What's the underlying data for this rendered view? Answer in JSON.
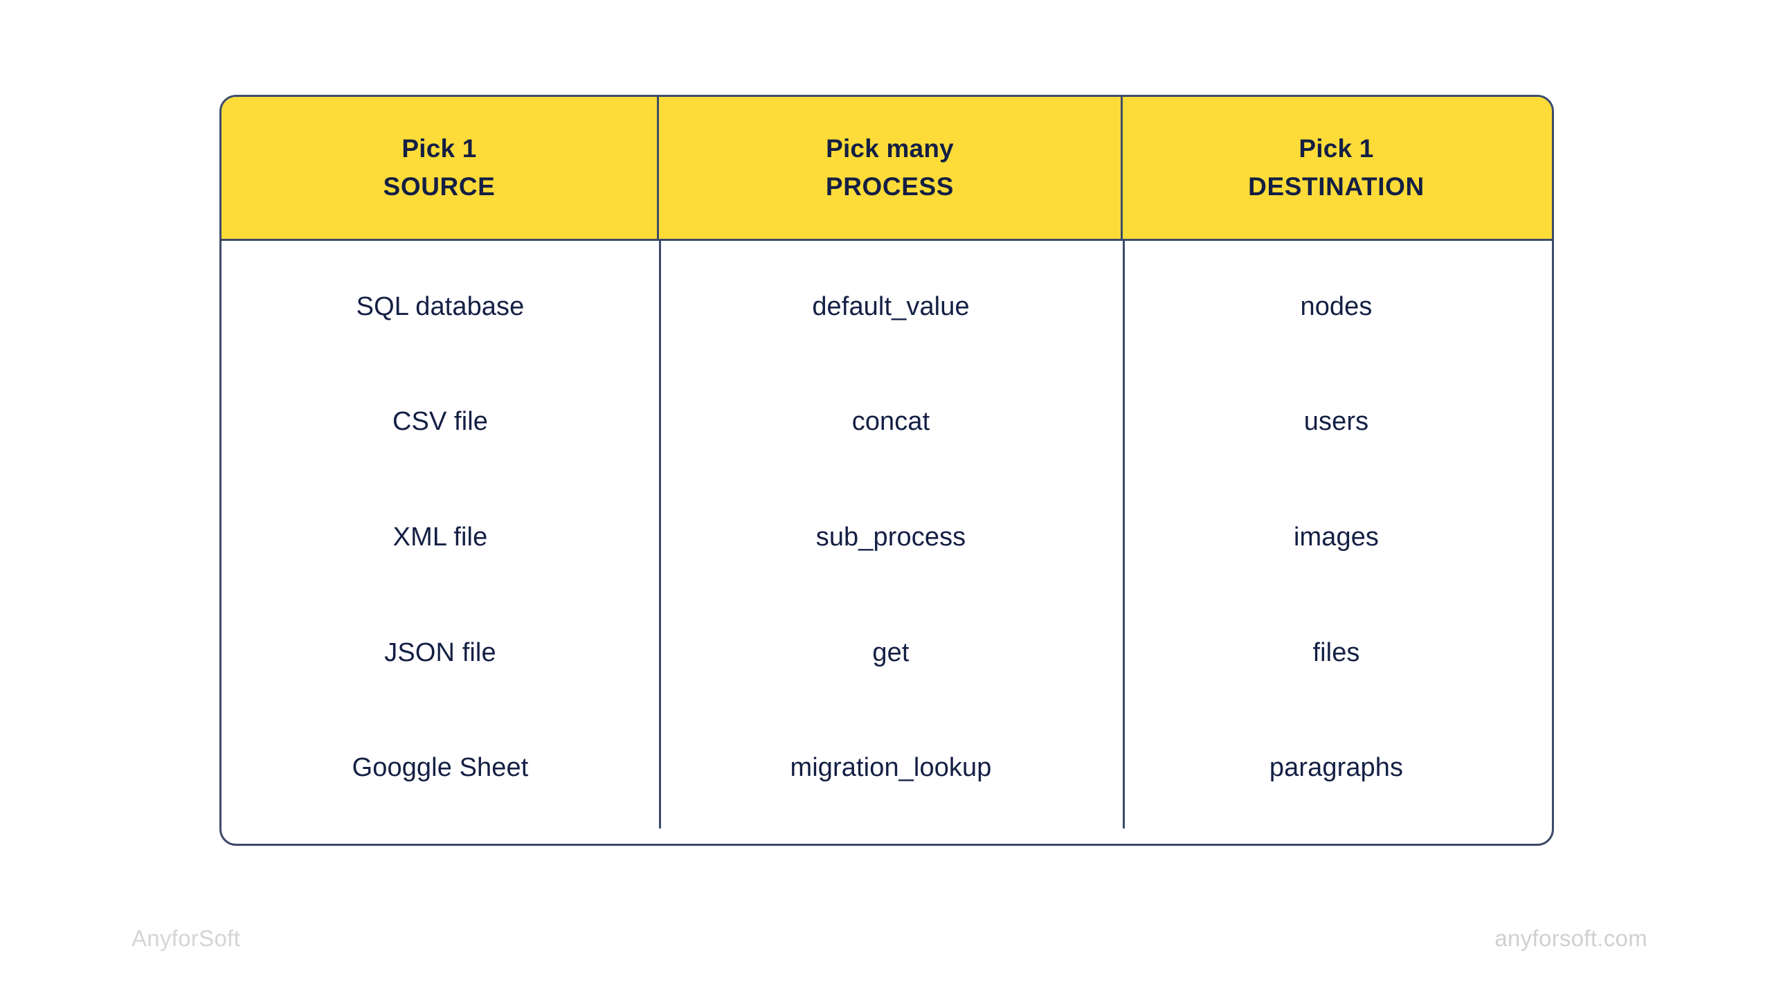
{
  "table": {
    "accent_color": "#FDDC39",
    "border_color": "#3d4a6b",
    "text_color": "#141F44",
    "columns": [
      {
        "pick_label": "Pick 1",
        "name": "SOURCE"
      },
      {
        "pick_label": "Pick many",
        "name": "PROCESS"
      },
      {
        "pick_label": "Pick 1",
        "name": "DESTINATION"
      }
    ],
    "rows": [
      {
        "source": "SQL database",
        "process": "default_value",
        "destination": "nodes"
      },
      {
        "source": "CSV file",
        "process": "concat",
        "destination": "users"
      },
      {
        "source": "XML file",
        "process": "sub_process",
        "destination": "images"
      },
      {
        "source": "JSON file",
        "process": "get",
        "destination": "files"
      },
      {
        "source": "Googgle Sheet",
        "process": "migration_lookup",
        "destination": "paragraphs"
      }
    ]
  },
  "footer": {
    "brand": "AnyforSoft",
    "website": "anyforsoft.com",
    "muted_color": "#d2d2d2"
  }
}
